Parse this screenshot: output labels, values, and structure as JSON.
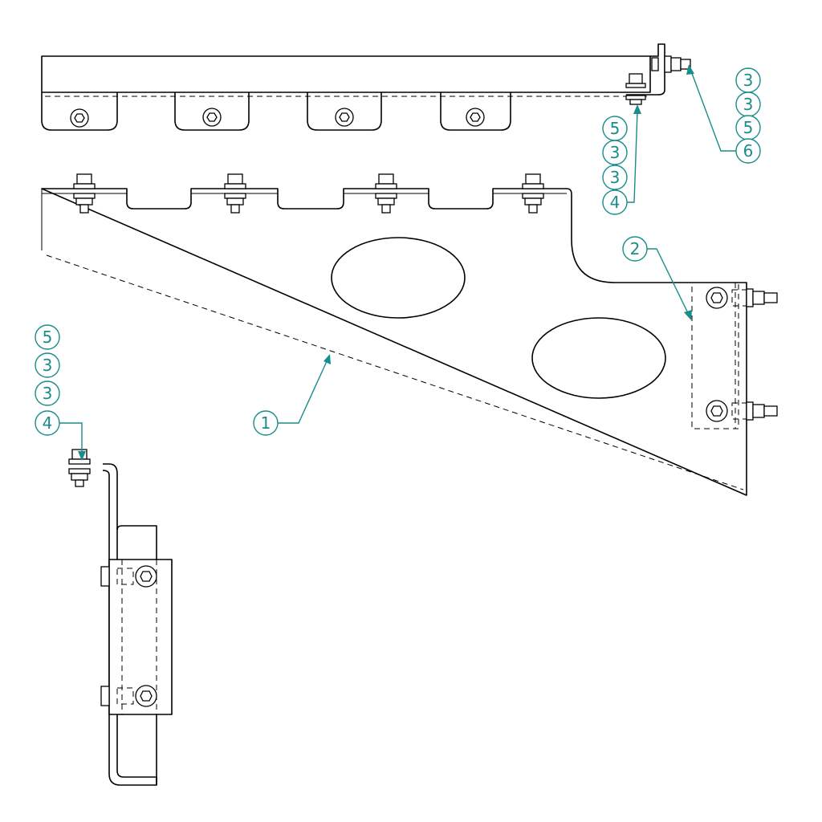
{
  "colors": {
    "line": "#000000",
    "callout": "#1a8c8c",
    "background": "#ffffff"
  },
  "callouts": [
    {
      "id": "top-right",
      "labels": [
        "3",
        "3",
        "5",
        "6"
      ]
    },
    {
      "id": "top-middle",
      "labels": [
        "5",
        "3",
        "3",
        "4"
      ]
    },
    {
      "id": "right-plate",
      "labels": [
        "2"
      ]
    },
    {
      "id": "main-gusset",
      "labels": [
        "1"
      ]
    },
    {
      "id": "left-side",
      "labels": [
        "5",
        "3",
        "3",
        "4"
      ]
    }
  ]
}
